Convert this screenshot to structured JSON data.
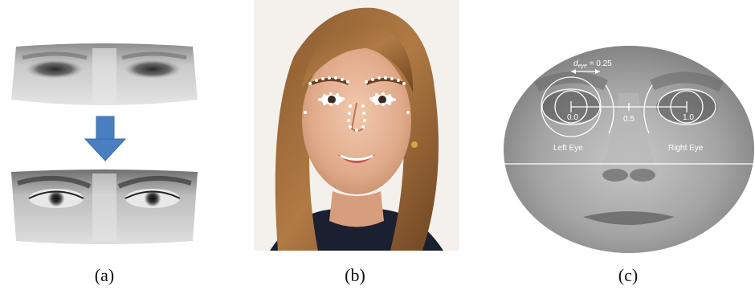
{
  "figure": {
    "captions": {
      "a": "(a)",
      "b": "(b)",
      "c": "(c)"
    },
    "panel_c": {
      "distance_label_italic": "d",
      "distance_label_sub": "eye",
      "distance_label_value": " = 0.25",
      "tick_left": "0.0",
      "tick_mid": "0.5",
      "tick_right": "1.0",
      "left_eye_label": "Left Eye",
      "right_eye_label": "Right Eye"
    },
    "colors": {
      "arrow": "#4a7fc1",
      "landmark_dots": "#ffffff",
      "annotation": "#ffffff"
    }
  }
}
